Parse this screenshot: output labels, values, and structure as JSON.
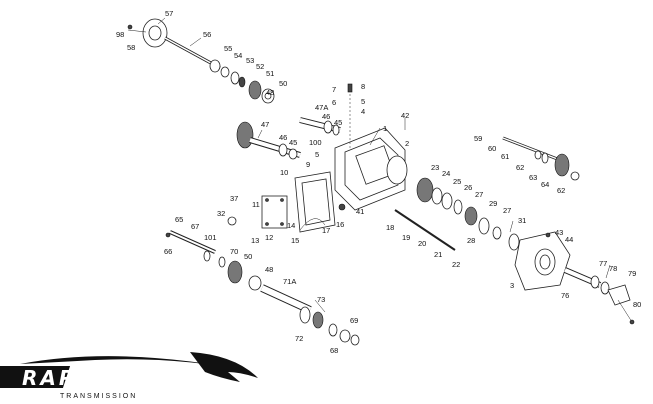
{
  "parts": [
    {
      "label": "57"
    },
    {
      "label": "98"
    },
    {
      "label": "58"
    },
    {
      "label": "56"
    },
    {
      "label": "55"
    },
    {
      "label": "54"
    },
    {
      "label": "53"
    },
    {
      "label": "52"
    },
    {
      "label": "51"
    },
    {
      "label": "50"
    },
    {
      "label": "48"
    },
    {
      "label": "7"
    },
    {
      "label": "8"
    },
    {
      "label": "6"
    },
    {
      "label": "5"
    },
    {
      "label": "4"
    },
    {
      "label": "47A"
    },
    {
      "label": "46"
    },
    {
      "label": "45"
    },
    {
      "label": "42"
    },
    {
      "label": "1"
    },
    {
      "label": "47"
    },
    {
      "label": "46"
    },
    {
      "label": "45"
    },
    {
      "label": "100"
    },
    {
      "label": "5"
    },
    {
      "label": "9"
    },
    {
      "label": "2"
    },
    {
      "label": "10"
    },
    {
      "label": "59"
    },
    {
      "label": "60"
    },
    {
      "label": "61"
    },
    {
      "label": "62"
    },
    {
      "label": "63"
    },
    {
      "label": "64"
    },
    {
      "label": "62"
    },
    {
      "label": "23"
    },
    {
      "label": "24"
    },
    {
      "label": "25"
    },
    {
      "label": "26"
    },
    {
      "label": "27"
    },
    {
      "label": "29"
    },
    {
      "label": "27"
    },
    {
      "label": "31"
    },
    {
      "label": "28"
    },
    {
      "label": "37"
    },
    {
      "label": "32"
    },
    {
      "label": "11"
    },
    {
      "label": "12"
    },
    {
      "label": "13"
    },
    {
      "label": "14"
    },
    {
      "label": "15"
    },
    {
      "label": "17"
    },
    {
      "label": "16"
    },
    {
      "label": "41"
    },
    {
      "label": "18"
    },
    {
      "label": "19"
    },
    {
      "label": "20"
    },
    {
      "label": "21"
    },
    {
      "label": "22"
    },
    {
      "label": "43"
    },
    {
      "label": "44"
    },
    {
      "label": "65"
    },
    {
      "label": "67"
    },
    {
      "label": "66"
    },
    {
      "label": "101"
    },
    {
      "label": "70"
    },
    {
      "label": "50"
    },
    {
      "label": "48"
    },
    {
      "label": "71A"
    },
    {
      "label": "73"
    },
    {
      "label": "72"
    },
    {
      "label": "69"
    },
    {
      "label": "68"
    },
    {
      "label": "3"
    },
    {
      "label": "77"
    },
    {
      "label": "78"
    },
    {
      "label": "76"
    },
    {
      "label": "79"
    },
    {
      "label": "80"
    }
  ],
  "logo": {
    "name": "RAPTOR",
    "sub": "TRANSMISSION"
  }
}
